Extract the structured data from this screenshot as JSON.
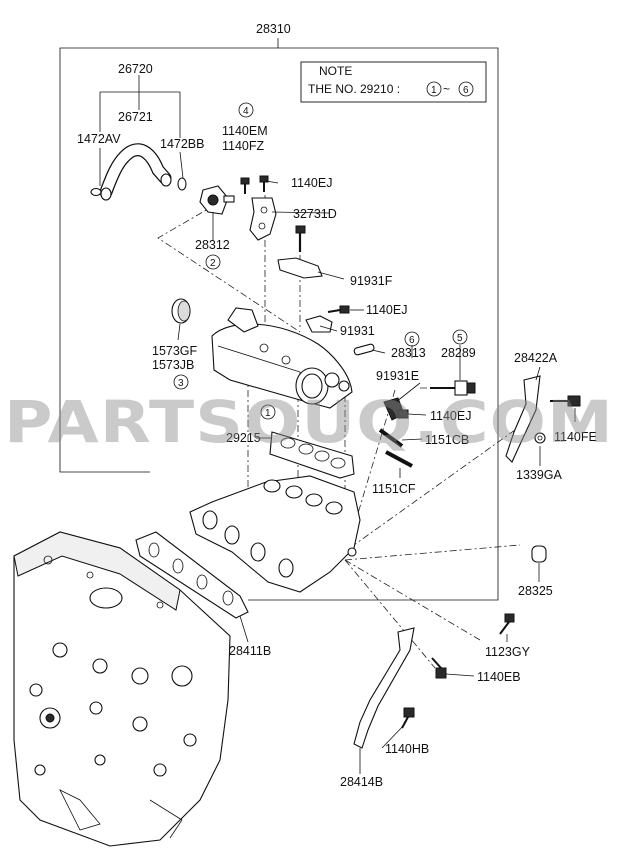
{
  "assembly_label": "28310",
  "watermark": "PARTSOUQ.COM",
  "note": {
    "title": "NOTE",
    "text": "THE NO. 29210 :",
    "range_start": "1",
    "range_sep": "~",
    "range_end": "6"
  },
  "labels": {
    "p26720": "26720",
    "p26721": "26721",
    "p1472AV": "1472AV",
    "p1472BB": "1472BB",
    "p28312": "28312",
    "p1140EM": "1140EM",
    "p1140FZ": "1140FZ",
    "p1140EJ_a": "1140EJ",
    "p32731D": "32731D",
    "p91931F": "91931F",
    "p1140EJ_b": "1140EJ",
    "p91931": "91931",
    "p28313": "28313",
    "p28289": "28289",
    "p28422A": "28422A",
    "p1573GF": "1573GF",
    "p1573JB": "1573JB",
    "p91931E": "91931E",
    "p1140EJ_c": "1140EJ",
    "p1140FE": "1140FE",
    "p29215": "29215",
    "p1151CB": "1151CB",
    "p1339GA": "1339GA",
    "p1151CF": "1151CF",
    "p28325": "28325",
    "p28411B": "28411B",
    "p1123GY": "1123GY",
    "p1140EB": "1140EB",
    "p1140HB": "1140HB",
    "p28414B": "28414B"
  },
  "callouts": {
    "c1": "1",
    "c2": "2",
    "c3": "3",
    "c4": "4",
    "c5": "5",
    "c6": "6"
  }
}
